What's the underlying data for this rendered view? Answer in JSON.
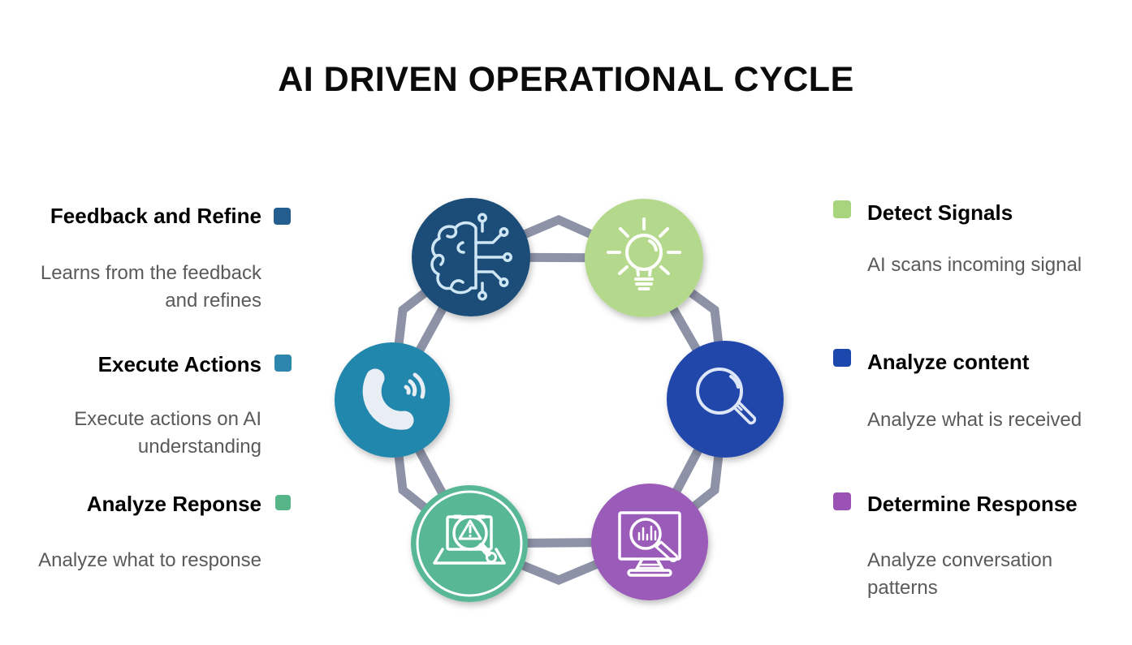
{
  "title": "AI DRIVEN OPERATIONAL CYCLE",
  "left_items": [
    {
      "heading": "Feedback and Refine",
      "description": "Learns from the feedback\nand refines",
      "color": "#245e8f"
    },
    {
      "heading": "Execute Actions",
      "description": "Execute actions on AI\nunderstanding",
      "color": "#2d86ad"
    },
    {
      "heading": "Analyze Reponse",
      "description": "Analyze what to response",
      "color": "#57b58a"
    }
  ],
  "right_items": [
    {
      "heading": "Detect Signals",
      "description": "AI scans incoming signal",
      "color": "#a8d47e"
    },
    {
      "heading": "Analyze content",
      "description": "Analyze what is received",
      "color": "#1c48ad"
    },
    {
      "heading": "Determine Response",
      "description": "Analyze conversation\npatterns",
      "color": "#9a52b5"
    }
  ],
  "diagram": {
    "connector_color": "#8d92a6",
    "nodes": [
      {
        "icon": "brain-circuit-icon",
        "color": "#1d4e78"
      },
      {
        "icon": "lightbulb-icon",
        "color": "#b5d98c"
      },
      {
        "icon": "magnifier-icon",
        "color": "#2347ab"
      },
      {
        "icon": "monitor-analytics-icon",
        "color": "#9a5cb8"
      },
      {
        "icon": "laptop-alert-icon",
        "color": "#58b795"
      },
      {
        "icon": "phone-call-icon",
        "color": "#2387ad"
      }
    ]
  }
}
